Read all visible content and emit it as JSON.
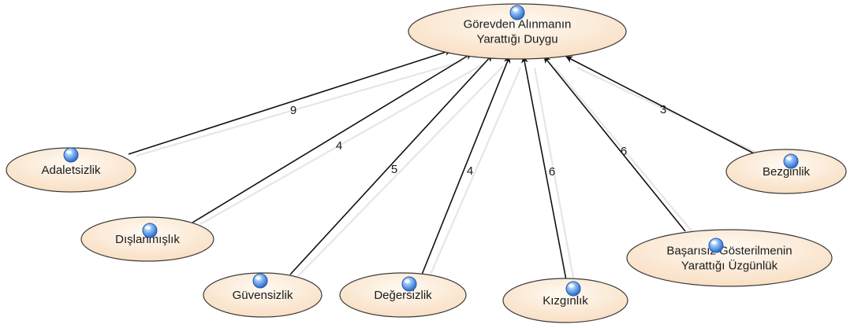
{
  "colors": {
    "node_fill_light": "#fffaf3",
    "node_fill_dark": "#f8ddc0",
    "node_stroke": "#3a3a3a",
    "edge": "#111111",
    "marker_blue": "#4a8ee8"
  },
  "nodes": {
    "target": {
      "lines": [
        "Görevden Alınmanın",
        "Yarattığı Duygu"
      ],
      "icon": "blue-sphere-icon"
    },
    "adaletsizlik": {
      "lines": [
        "Adaletsizlik"
      ],
      "icon": "blue-sphere-icon"
    },
    "dislanmislik": {
      "lines": [
        "Dışlanmışlık"
      ],
      "icon": "blue-sphere-icon"
    },
    "guvensizlik": {
      "lines": [
        "Güvensizlik"
      ],
      "icon": "blue-sphere-icon"
    },
    "degersizlik": {
      "lines": [
        "Değersizlik"
      ],
      "icon": "blue-sphere-icon"
    },
    "kizginlik": {
      "lines": [
        "Kızgınlık"
      ],
      "icon": "blue-sphere-icon"
    },
    "basarisiz": {
      "lines": [
        "Başarısız Gösterilmenin",
        "Yarattığı Üzgünlük"
      ],
      "icon": "blue-sphere-icon"
    },
    "bezginlik": {
      "lines": [
        "Bezginlik"
      ],
      "icon": "blue-sphere-icon"
    }
  },
  "edges": [
    {
      "from": "adaletsizlik",
      "to": "target",
      "label": "9"
    },
    {
      "from": "dislanmislik",
      "to": "target",
      "label": "4"
    },
    {
      "from": "guvensizlik",
      "to": "target",
      "label": "5"
    },
    {
      "from": "degersizlik",
      "to": "target",
      "label": "4"
    },
    {
      "from": "kizginlik",
      "to": "target",
      "label": "6"
    },
    {
      "from": "basarisiz",
      "to": "target",
      "label": "6"
    },
    {
      "from": "bezginlik",
      "to": "target",
      "label": "3"
    }
  ]
}
